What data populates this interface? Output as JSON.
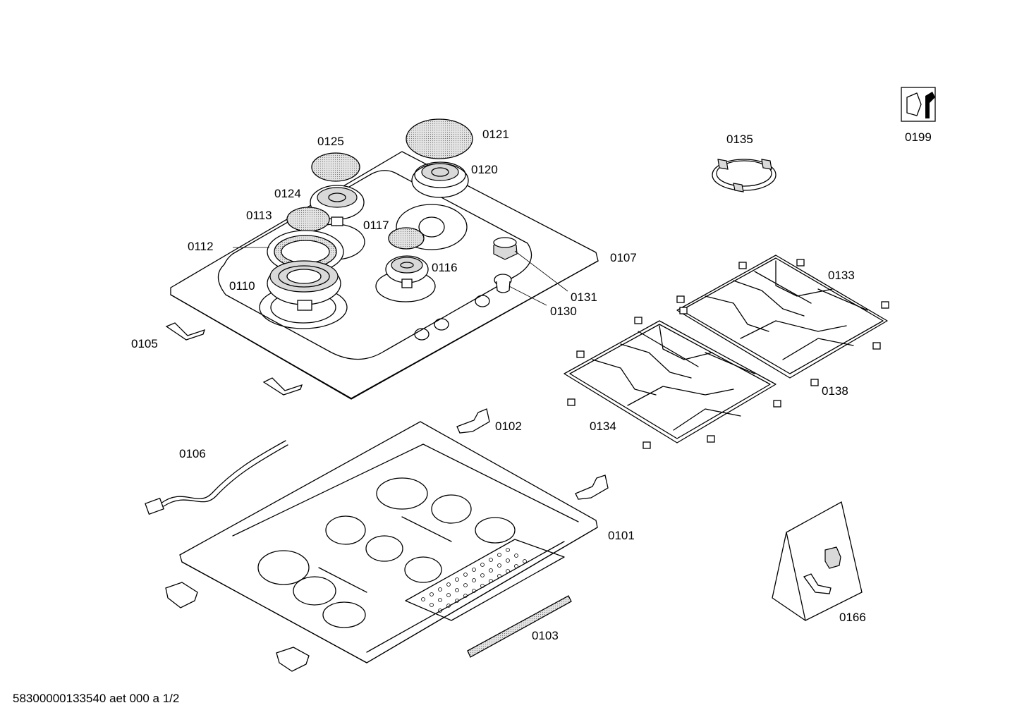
{
  "document": {
    "footer_code": "58300000133540 aet 000 a 1/2",
    "tool_icon": "wrench-nut-icon"
  },
  "parts": [
    {
      "id": "p0121",
      "label": "0121"
    },
    {
      "id": "p0125",
      "label": "0125"
    },
    {
      "id": "p0120",
      "label": "0120"
    },
    {
      "id": "p0124",
      "label": "0124"
    },
    {
      "id": "p0113",
      "label": "0113"
    },
    {
      "id": "p0117",
      "label": "0117"
    },
    {
      "id": "p0112",
      "label": "0112"
    },
    {
      "id": "p0116",
      "label": "0116"
    },
    {
      "id": "p0110",
      "label": "0110"
    },
    {
      "id": "p0107",
      "label": "0107"
    },
    {
      "id": "p0131",
      "label": "0131"
    },
    {
      "id": "p0130",
      "label": "0130"
    },
    {
      "id": "p0105",
      "label": "0105"
    },
    {
      "id": "p0135",
      "label": "0135"
    },
    {
      "id": "p0199",
      "label": "0199"
    },
    {
      "id": "p0133",
      "label": "0133"
    },
    {
      "id": "p0138",
      "label": "0138"
    },
    {
      "id": "p0134",
      "label": "0134"
    },
    {
      "id": "p0102",
      "label": "0102"
    },
    {
      "id": "p0106",
      "label": "0106"
    },
    {
      "id": "p0101",
      "label": "0101"
    },
    {
      "id": "p0103",
      "label": "0103"
    },
    {
      "id": "p0166",
      "label": "0166"
    }
  ]
}
